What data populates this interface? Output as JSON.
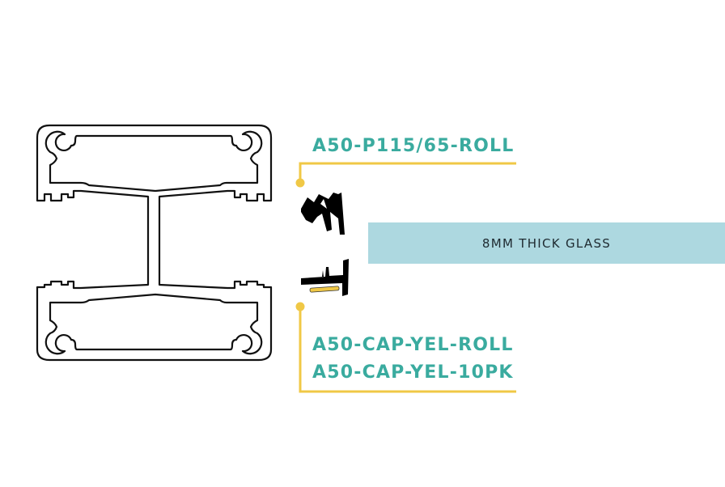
{
  "labels": {
    "top_part": "A50-P115/65-ROLL",
    "bottom_parts": [
      "A50-CAP-YEL-ROLL",
      "A50-CAP-YEL-10PK"
    ],
    "glass": "8MM THICK GLASS"
  },
  "colors": {
    "teal": "#3aab9f",
    "yellow": "#f0c846",
    "glass": "#add8e0",
    "profile": "#111111"
  }
}
